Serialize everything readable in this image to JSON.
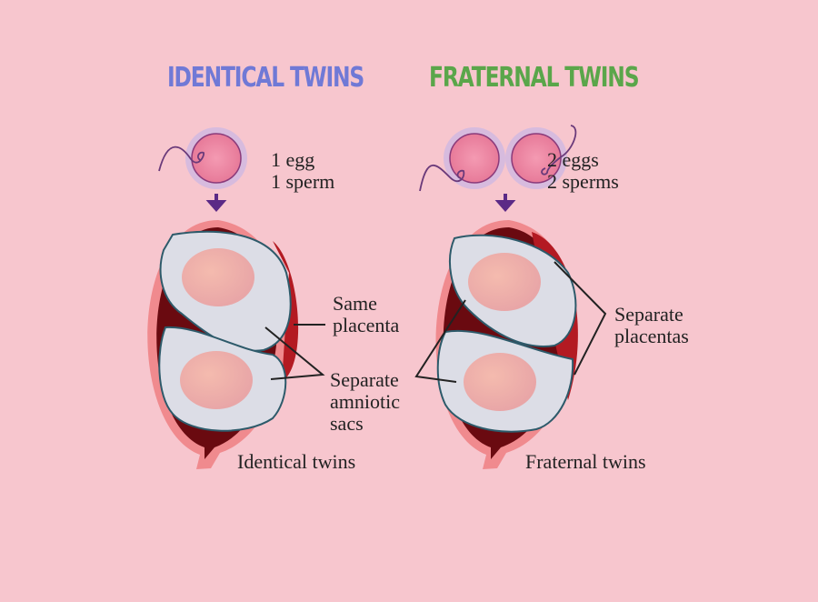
{
  "headings": {
    "identical": "IDENTICAL TWINS",
    "fraternal": "FRATERNAL TWINS"
  },
  "identical": {
    "conception": [
      "1 egg",
      "1 sperm"
    ],
    "placenta_label": [
      "Same",
      "placenta"
    ],
    "sac_label": [
      "Separate",
      "amniotic",
      "sacs"
    ],
    "caption": "Identical twins"
  },
  "fraternal": {
    "conception": [
      "2 eggs",
      "2 sperms"
    ],
    "placenta_label": [
      "Separate",
      "placentas"
    ],
    "caption": "Fraternal twins"
  },
  "colors": {
    "background": "#f7c6ce",
    "identical_heading": "#7079d6",
    "fraternal_heading": "#5aa64a",
    "uterus_wall": "#f08a8e",
    "placenta": "#b31a22",
    "sac": "#dcdde6",
    "arrow": "#5b2a86"
  }
}
